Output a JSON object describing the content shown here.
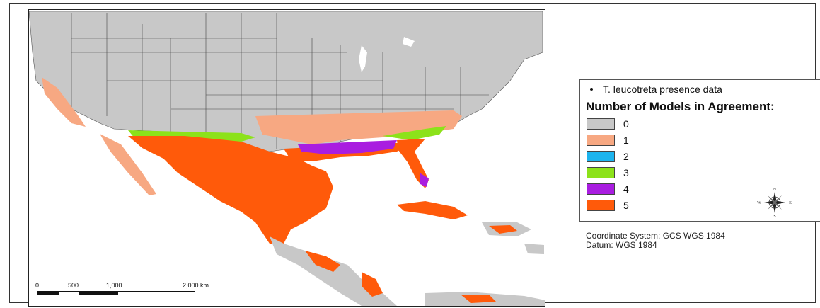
{
  "legend": {
    "presence_label": "T. leucotreta presence data",
    "title": "Number of Models in Agreement:",
    "classes": [
      {
        "label": "0",
        "color": "#c8c8c8"
      },
      {
        "label": "1",
        "color": "#f7a882"
      },
      {
        "label": "2",
        "color": "#1cb4ee"
      },
      {
        "label": "3",
        "color": "#8ce21a"
      },
      {
        "label": "4",
        "color": "#a91de0"
      },
      {
        "label": "5",
        "color": "#ff5a0a"
      }
    ]
  },
  "coordinate_system": "Coordinate System: GCS WGS 1984",
  "datum": "Datum: WGS 1984",
  "compass": {
    "n": "N",
    "s": "S",
    "e": "E",
    "w": "W"
  },
  "scale": {
    "labels": [
      "0",
      "500",
      "1,000",
      "2,000 km"
    ]
  }
}
